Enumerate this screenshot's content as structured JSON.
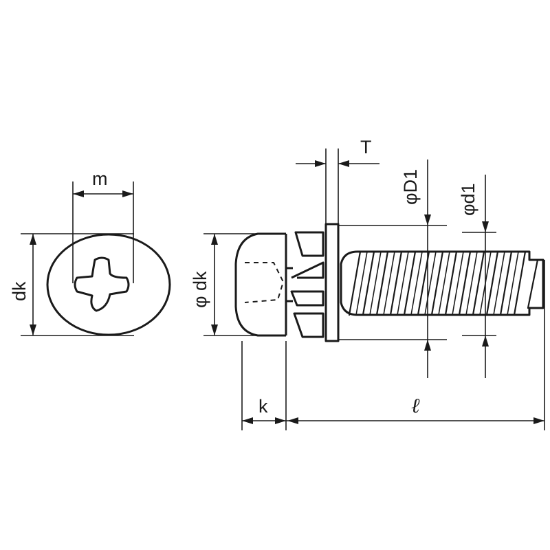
{
  "labels": {
    "m": "m",
    "dk_front": "dk",
    "phi_dk": "φ dk",
    "T": "T",
    "phi_D1": "φD1",
    "phi_d1": "φd1",
    "k": "k",
    "l": "ℓ"
  }
}
